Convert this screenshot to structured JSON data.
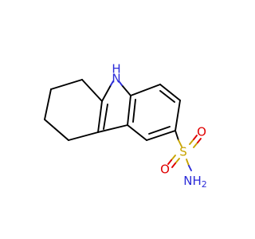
{
  "molecule": {
    "atoms": {
      "nh": "H",
      "n_ring": "N",
      "s": "S",
      "o1": "O",
      "o2": "O",
      "nh2": "NH",
      "nh2_sub": "2"
    },
    "colors": {
      "carbon_bond": "#000000",
      "nitrogen": "#2b2bd8",
      "oxygen": "#e00000",
      "sulfur": "#c8a400"
    }
  }
}
